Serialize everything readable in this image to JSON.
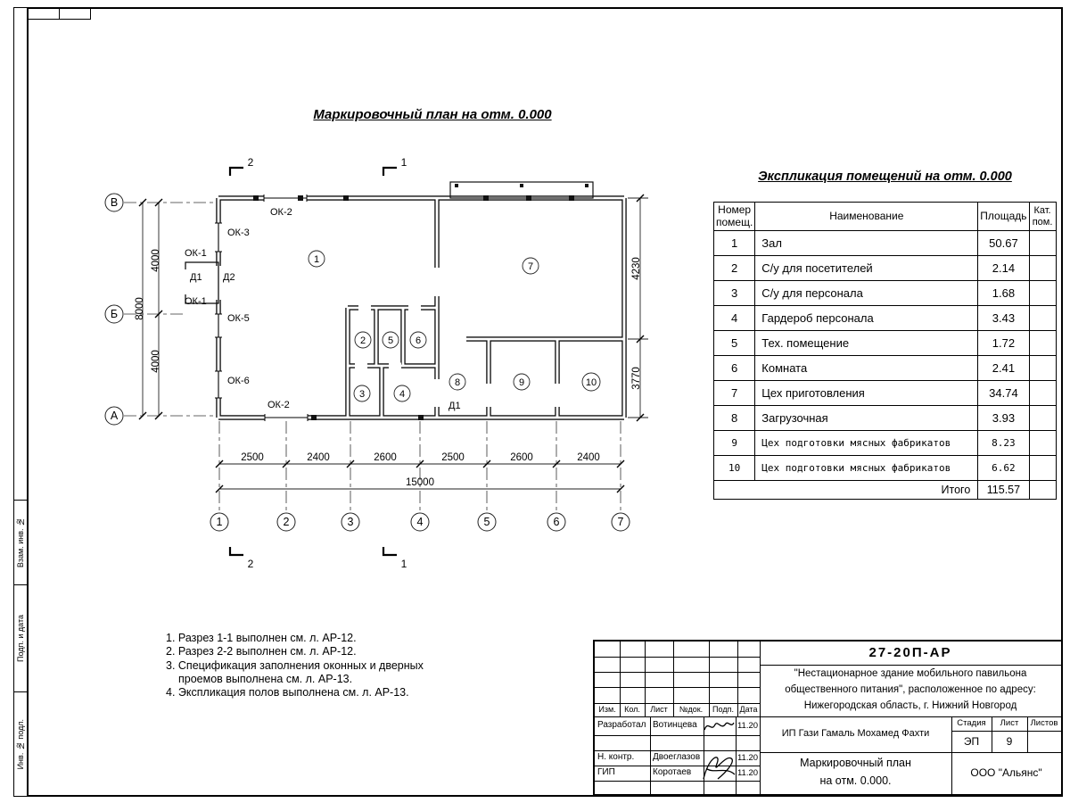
{
  "page": {
    "plan_title": "Маркировочный план на отм. 0.000",
    "table_title": "Экспликация помещений на отм. 0.000"
  },
  "plan": {
    "axis_rows": [
      "В",
      "Б",
      "А"
    ],
    "axis_cols": [
      "1",
      "2",
      "3",
      "4",
      "5",
      "6",
      "7"
    ],
    "dims_bottom": [
      "2500",
      "2400",
      "2600",
      "2500",
      "2600",
      "2400"
    ],
    "dim_total": "15000",
    "dims_left": [
      "4000",
      "4000"
    ],
    "dim_left_total": "8000",
    "dims_right": [
      "4230",
      "3770"
    ],
    "section_1": "1",
    "section_2": "2",
    "rooms": [
      "1",
      "2",
      "3",
      "4",
      "5",
      "6",
      "7",
      "8",
      "9",
      "10"
    ],
    "marks": {
      "ok2_top": "ОК-2",
      "ok3": "ОК-3",
      "ok1_top": "ОК-1",
      "d1_entry": "Д1",
      "d2_entry": "Д2",
      "ok1_bot": "ОК-1",
      "ok5": "ОК-5",
      "ok6": "ОК-6",
      "ok2_bot": "ОК-2",
      "d1_int": "Д1"
    }
  },
  "exp_table": {
    "col_num": "Номер помещ.",
    "col_name": "Наименование",
    "col_area": "Площадь",
    "col_cat": "Кат. пом.",
    "rows": [
      {
        "num": "1",
        "name": "Зал",
        "area": "50.67"
      },
      {
        "num": "2",
        "name": "С/у для посетителей",
        "area": "2.14"
      },
      {
        "num": "3",
        "name": "С/у для персонала",
        "area": "1.68"
      },
      {
        "num": "4",
        "name": "Гардероб персонала",
        "area": "3.43"
      },
      {
        "num": "5",
        "name": "Тех. помещение",
        "area": "1.72"
      },
      {
        "num": "6",
        "name": "Комната",
        "area": "2.41"
      },
      {
        "num": "7",
        "name": "Цех приготовления",
        "area": "34.74"
      },
      {
        "num": "8",
        "name": "Загрузочная",
        "area": "3.93"
      },
      {
        "num": "9",
        "name": "Цех подготовки мясных фабрикатов",
        "area": "8.23"
      },
      {
        "num": "10",
        "name": "Цех подготовки мясных фабрикатов",
        "area": "6.62"
      }
    ],
    "total_label": "Итого",
    "total_value": "115.57"
  },
  "notes": {
    "n1": "1. Разрез 1-1 выполнен см. л. АР-12.",
    "n2": "2. Разрез 2-2 выполнен см. л. АР-12.",
    "n3": "3. Спецификация заполнения оконных и дверных проемов выполнена см. л. АР-13.",
    "n4": "4. Экспликация полов выполнена см. л. АР-13."
  },
  "title_block": {
    "doc_number": "27-20П-АР",
    "project_line1": "\"Нестационарное здание мобильного павильона",
    "project_line2": "общественного питания\", расположенное по адресу:",
    "project_line3": "Нижегородская область, г. Нижний Новгород",
    "header_cols": [
      "Изм.",
      "Кол.",
      "Лист",
      "№док.",
      "Подп.",
      "Дата"
    ],
    "row_developed_label": "Разработал",
    "row_developed_name": "Вотинцева",
    "row_developed_date": "11.20",
    "row_ncontr_label": "Н. контр.",
    "row_ncontr_name": "Двоеглазов",
    "row_ncontr_date": "11.20",
    "row_gip_label": "ГИП",
    "row_gip_name": "Коротаев",
    "row_gip_date": "11.20",
    "client": "ИП Гази Гамаль Мохамед Фахти",
    "stage_label": "Стадия",
    "sheet_label": "Лист",
    "sheets_label": "Листов",
    "stage_value": "ЭП",
    "sheet_value": "9",
    "drawing_name_line1": "Маркировочный план",
    "drawing_name_line2": "на отм. 0.000.",
    "company": "ООО \"Альянс\""
  },
  "side_labels": {
    "s1": "Взам. инв. №",
    "s2": "Подп. и дата",
    "s3": "Инв. № подл."
  }
}
